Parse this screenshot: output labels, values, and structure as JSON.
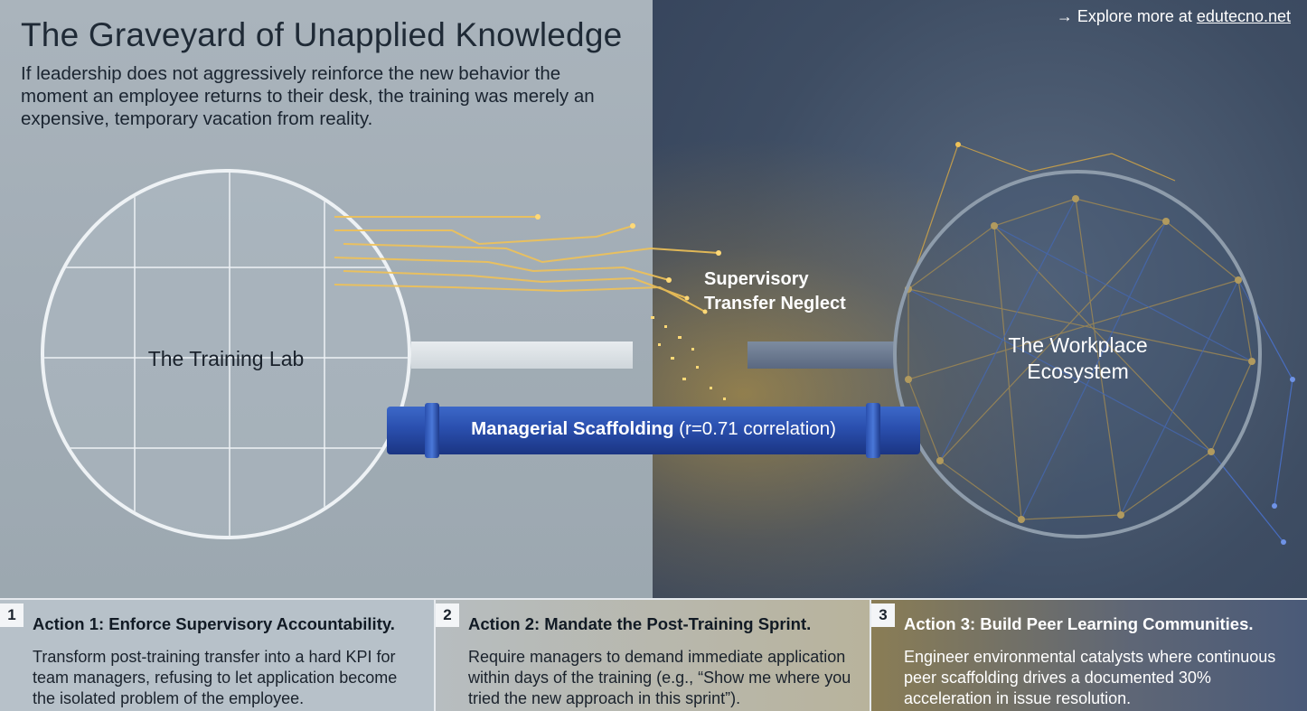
{
  "header": {
    "title": "The Graveyard of Unapplied Knowledge",
    "subtitle": "If leadership does not aggressively reinforce the new behavior the moment an employee returns to their desk, the training was merely an expensive, temporary vacation from reality.",
    "explore_prefix": "→ Explore more at ",
    "explore_link": "edutecno.net"
  },
  "diagram": {
    "left_label": "The Training Lab",
    "right_label": "The Workplace Ecosystem",
    "gap_label": "Supervisory Transfer Neglect",
    "pipe_label_bold": "Managerial Scaffolding",
    "pipe_label_rest": " (r=0.71 correlation)"
  },
  "actions": [
    {
      "number": "1",
      "title": "Action 1: Enforce Supervisory Accountability.",
      "body": "Transform post-training transfer into a hard KPI for team managers, refusing to let application become the isolated problem of the employee."
    },
    {
      "number": "2",
      "title": "Action 2: Mandate the Post-Training Sprint.",
      "body": "Require managers to demand immediate application within days of the training (e.g., “Show me where you tried the new approach in this sprint”)."
    },
    {
      "number": "3",
      "title": "Action 3: Build Peer Learning Communities.",
      "body": "Engineer environmental catalysts where continuous peer scaffolding drives a documented 30% acceleration in issue resolution."
    }
  ],
  "colors": {
    "gold": "#e8b84a",
    "pipe_blue": "#2a4fae",
    "network_blue": "#4a74d6"
  },
  "icons": [
    "arrow-right-icon"
  ]
}
